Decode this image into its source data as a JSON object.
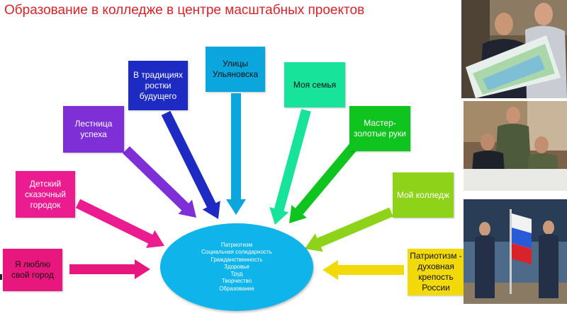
{
  "title": "Образование в колледже в центре масштабных проектов",
  "nodes": [
    {
      "id": "lyublyu",
      "label": "Я люблю свой город",
      "bg": "#e8177e",
      "fg": "#111111"
    },
    {
      "id": "gorodok",
      "label": "Детский сказочный городок",
      "bg": "#eb1b90",
      "fg": "#ffffff"
    },
    {
      "id": "lestnica",
      "label": "Лестница успеха",
      "bg": "#7e2fd6",
      "fg": "#ffffff"
    },
    {
      "id": "tradicii",
      "label": "В традициях ростки будущего",
      "bg": "#1e2bc2",
      "fg": "#ffffff"
    },
    {
      "id": "ulicy",
      "label": "Улицы Ульяновска",
      "bg": "#0aa6dd",
      "fg": "#111111"
    },
    {
      "id": "semya",
      "label": "Моя семья",
      "bg": "#17e39a",
      "fg": "#111111"
    },
    {
      "id": "master",
      "label": "Мастер-золотые руки",
      "bg": "#10c41f",
      "fg": "#ffffff"
    },
    {
      "id": "kolledzh",
      "label": "Мой колледж",
      "bg": "#8ed21a",
      "fg": "#ffffff"
    },
    {
      "id": "patriotizm",
      "label": "Патриотизм - духовная крепость России",
      "bg": "#f2d90a",
      "fg": "#111111"
    }
  ],
  "center": {
    "color": "#0fb4ea",
    "items": [
      "Патриотизм",
      "Социальная солидарность",
      "Гражданственность",
      "Здоровье",
      "Труд",
      "Творчество",
      "Образование"
    ]
  },
  "photos": [
    {
      "name": "officials-with-poster-photo"
    },
    {
      "name": "officers-at-table-photo"
    },
    {
      "name": "cadets-with-flag-photo"
    }
  ]
}
